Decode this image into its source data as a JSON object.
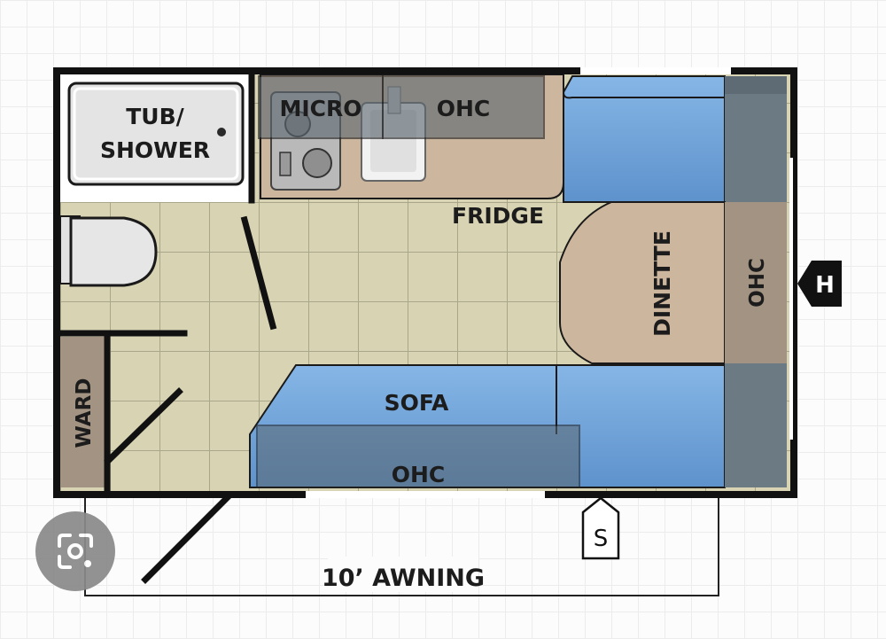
{
  "labels": {
    "tub": "TUB/",
    "shower": "SHOWER",
    "micro": "MICRO",
    "ohc_kitchen": "OHC",
    "fridge": "FRIDGE",
    "dinette": "DINETTE",
    "ohc_front": "OHC",
    "sofa": "SOFA",
    "ohc_sofa": "OHC",
    "ward": "WARD",
    "awning": "10’ AWNING",
    "hitch": "H",
    "service": "S"
  },
  "colors": {
    "tile": "#d8d3b2",
    "grout": "#aaa68c",
    "counter": "#cdb69e",
    "sofa_blue": "#6ea0d8",
    "ohc_slate": "#6c7a84",
    "ward_brown": "#a39382",
    "wall": "#111111"
  },
  "icons": {
    "lens": "lens-camera-icon"
  }
}
